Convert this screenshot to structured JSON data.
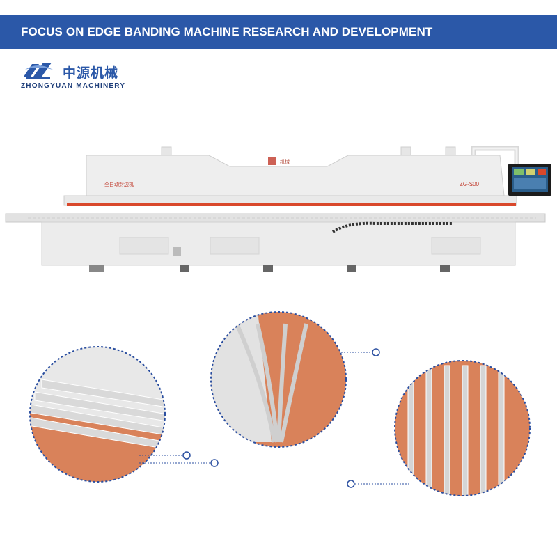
{
  "banner": {
    "text": "FOCUS ON EDGE BANDING MACHINE RESEARCH AND DEVELOPMENT",
    "color": "#2b58a8"
  },
  "logo": {
    "name_cn": "中源机械",
    "name_en": "ZHONGYUAN MACHINERY",
    "icon": "zy-logo-icon",
    "color": "#2b58a8"
  },
  "machine": {
    "model_label": "ZG-S00",
    "accent_color": "#d9482b",
    "screen_icon": "touch-screen-icon"
  },
  "closeups": {
    "count": 3,
    "border_color": "#2b4fa0",
    "panel_color": "#d9825a"
  }
}
